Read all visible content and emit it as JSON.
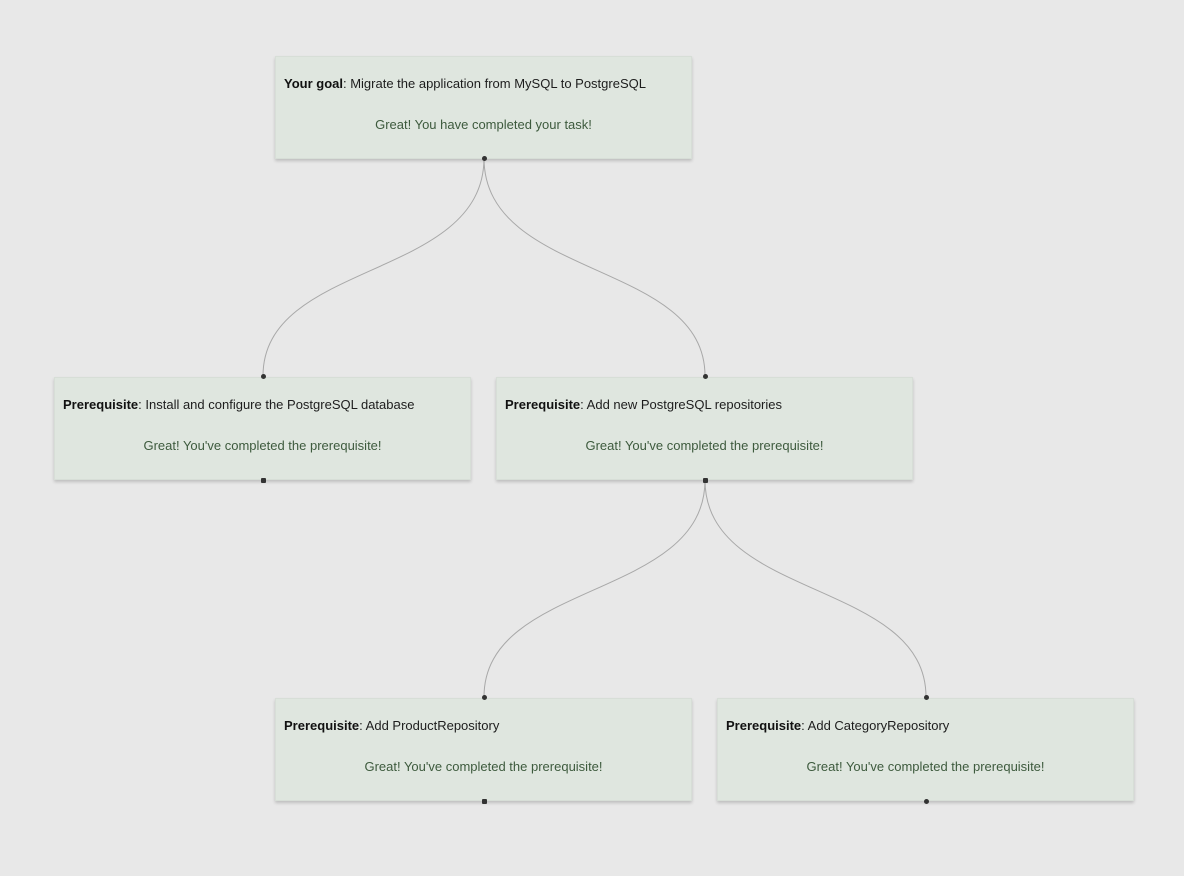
{
  "colors": {
    "background": "#e8e8e8",
    "node_fill": "#dfe6df",
    "status_text": "#3d5a3d",
    "edge": "#a8a8a8"
  },
  "nodes": [
    {
      "id": "goal",
      "label_bold": "Your goal",
      "label_text": ": Migrate the application from MySQL to PostgreSQL",
      "status": "Great! You have completed your task!"
    },
    {
      "id": "prereq-install-db",
      "label_bold": "Prerequisite",
      "label_text": ": Install and configure the PostgreSQL database",
      "status": "Great! You've completed the prerequisite!"
    },
    {
      "id": "prereq-repositories",
      "label_bold": "Prerequisite",
      "label_text": ": Add new PostgreSQL repositories",
      "status": "Great! You've completed the prerequisite!"
    },
    {
      "id": "prereq-product-repo",
      "label_bold": "Prerequisite",
      "label_text": ": Add ProductRepository",
      "status": "Great! You've completed the prerequisite!"
    },
    {
      "id": "prereq-category-repo",
      "label_bold": "Prerequisite",
      "label_text": ": Add CategoryRepository",
      "status": "Great! You've completed the prerequisite!"
    }
  ],
  "edges": [
    {
      "from": "goal",
      "to": "prereq-install-db"
    },
    {
      "from": "goal",
      "to": "prereq-repositories"
    },
    {
      "from": "prereq-repositories",
      "to": "prereq-product-repo"
    },
    {
      "from": "prereq-repositories",
      "to": "prereq-category-repo"
    }
  ]
}
